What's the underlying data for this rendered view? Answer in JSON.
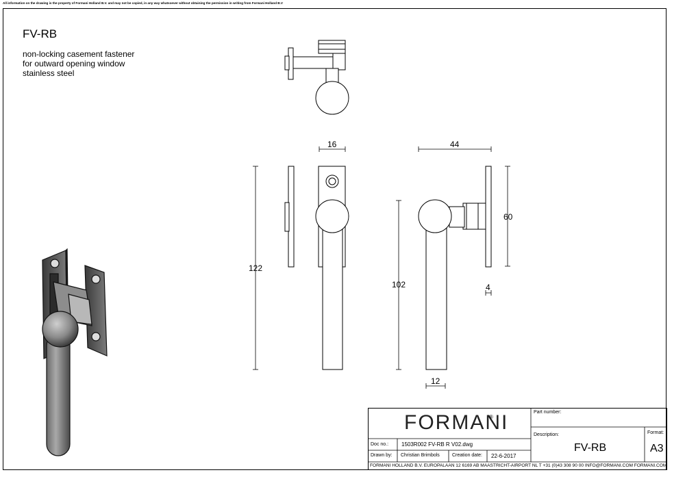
{
  "notice": "All information on the drawing is the property of Formani Holland B.V. and may not be copied, in any way whatsoever without obtaining the permission in writing from Formani Holland B.V",
  "product": {
    "code": "FV-RB",
    "description_lines": [
      "non-locking casement fastener",
      "for outward opening window",
      "stainless steel"
    ]
  },
  "dimensions": {
    "front_width": "16",
    "side_depth": "44",
    "total_height": "122",
    "handle_length": "102",
    "plate_height": "60",
    "plate_thickness": "4",
    "stem_width": "12"
  },
  "title_block": {
    "brand": "FORMANI",
    "registered": "®",
    "part_number_label": "Part number:",
    "description_label": "Description:",
    "description_value": "FV-RB",
    "format_label": "Format:",
    "format_value": "A3",
    "doc_no_label": "Doc no.:",
    "doc_no_value": "1503R002 FV-RB R V02.dwg",
    "drawn_by_label": "Drawn by:",
    "drawn_by_value": "Christian Brimbols",
    "creation_date_label": "Creation date:",
    "creation_date_value": "22-6-2017",
    "footer": "FORMANI HOLLAND B.V.  EUROPALAAN 12  6169 AB MAASTRICHT-AIRPORT NL  T +31 (0)43 308 90 00 INFO@FORMANI.COM FORMANI.COM"
  }
}
